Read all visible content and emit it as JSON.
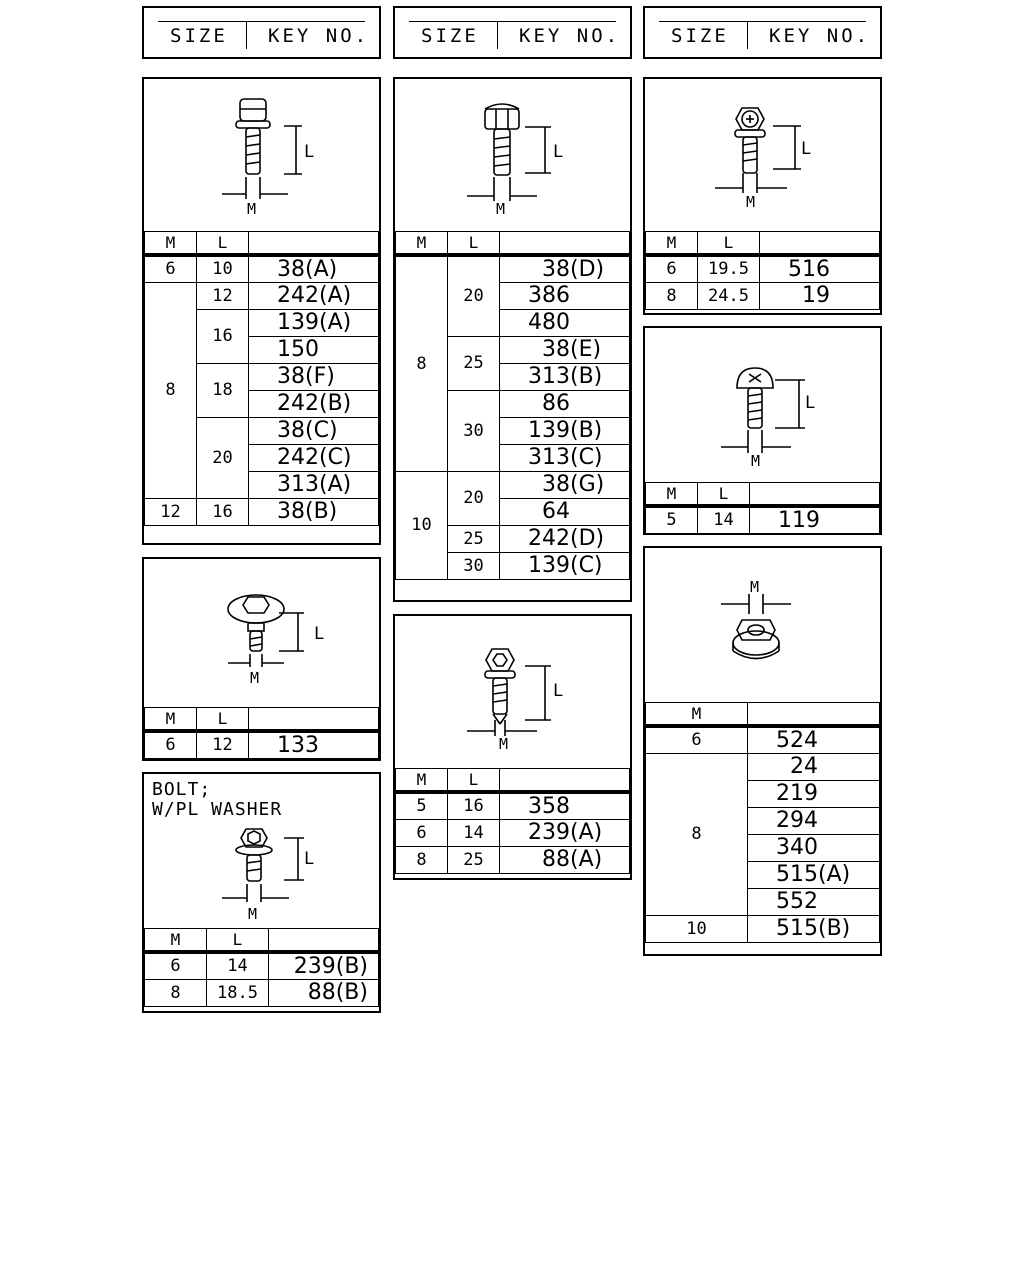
{
  "header": {
    "size_label": "SIZE",
    "keyno_label": "KEY NO."
  },
  "cols": {
    "m": "M",
    "l": "L"
  },
  "dims": {
    "l": "L",
    "m": "M"
  },
  "bolt_washer": {
    "title": "BOLT;\nW/PL WASHER"
  },
  "col1_top": [
    {
      "m": "6",
      "l": "10",
      "k": "38(A)"
    },
    {
      "l": "12",
      "k": "242(A)"
    },
    {
      "l": "16",
      "k": "139(A)"
    },
    {
      "k": "150"
    },
    {
      "l": "18",
      "k": "38(F)"
    },
    {
      "k": "242(B)"
    },
    {
      "l": "20",
      "k": "38(C)"
    },
    {
      "k": "242(C)"
    },
    {
      "k": "313(A)"
    },
    {
      "m": "12",
      "l": "16",
      "k": "38(B)"
    },
    {
      "m": "8"
    }
  ],
  "col1_mid": {
    "m": "6",
    "l": "12",
    "k": "133"
  },
  "col1_bot": [
    {
      "m": "6",
      "l": "14",
      "k": "239(B)"
    },
    {
      "m": "8",
      "l": "18.5",
      "k": "88(B)"
    }
  ],
  "col2_top": [
    {
      "m": "8",
      "l": "20",
      "k": "38(D)"
    },
    {
      "k": "386"
    },
    {
      "k": "480"
    },
    {
      "l": "25",
      "k": "38(E)"
    },
    {
      "k": "313(B)"
    },
    {
      "l": "30",
      "k": "86"
    },
    {
      "k": "139(B)"
    },
    {
      "k": "313(C)"
    },
    {
      "m": "10",
      "l": "20",
      "k": "38(G)"
    },
    {
      "k": "64"
    },
    {
      "l": "25",
      "k": "242(D)"
    },
    {
      "l": "30",
      "k": "139(C)"
    }
  ],
  "col2_bot": [
    {
      "m": "5",
      "l": "16",
      "k": "358"
    },
    {
      "m": "6",
      "l": "14",
      "k": "239(A)"
    },
    {
      "m": "8",
      "l": "25",
      "k": "88(A)"
    }
  ],
  "col3_top": [
    {
      "m": "6",
      "l": "19.5",
      "k": "516"
    },
    {
      "m": "8",
      "l": "24.5",
      "k": "19"
    }
  ],
  "col3_mid": {
    "m": "5",
    "l": "14",
    "k": "119"
  },
  "col3_bot": [
    {
      "m": "6",
      "k": "524"
    },
    {
      "m": "8",
      "k": "24"
    },
    {
      "k": "219"
    },
    {
      "k": "294"
    },
    {
      "k": "340"
    },
    {
      "k": "515(A)"
    },
    {
      "k": "552"
    },
    {
      "m": "10",
      "k": "515(B)"
    }
  ]
}
